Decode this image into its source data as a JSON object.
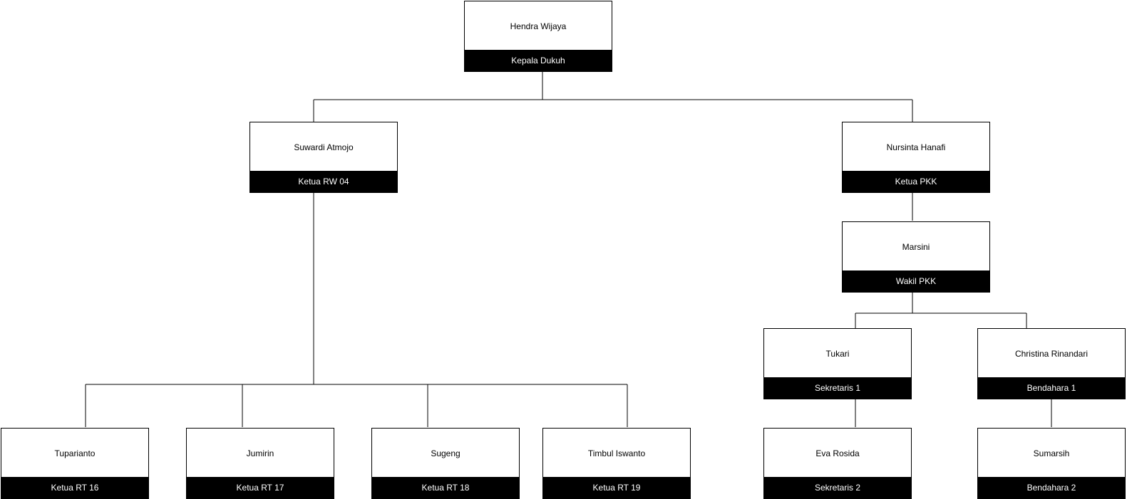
{
  "nodes": {
    "hendra": {
      "name": "Hendra Wijaya",
      "role": "Kepala Dukuh"
    },
    "suwardi": {
      "name": "Suwardi Atmojo",
      "role": "Ketua RW 04"
    },
    "nursinta": {
      "name": "Nursinta Hanafi",
      "role": "Ketua PKK"
    },
    "marsini": {
      "name": "Marsini",
      "role": "Wakil PKK"
    },
    "tukari": {
      "name": "Tukari",
      "role": "Sekretaris 1"
    },
    "christina": {
      "name": "Christina Rinandari",
      "role": "Bendahara 1"
    },
    "eva": {
      "name": "Eva Rosida",
      "role": "Sekretaris 2"
    },
    "sumarsih": {
      "name": "Sumarsih",
      "role": "Bendahara 2"
    },
    "tuparianto": {
      "name": "Tuparianto",
      "role": "Ketua RT 16"
    },
    "jumirin": {
      "name": "Jumirin",
      "role": "Ketua RT 17"
    },
    "sugeng": {
      "name": "Sugeng",
      "role": "Ketua RT 18"
    },
    "timbul": {
      "name": "Timbul Iswanto",
      "role": "Ketua RT 19"
    }
  }
}
